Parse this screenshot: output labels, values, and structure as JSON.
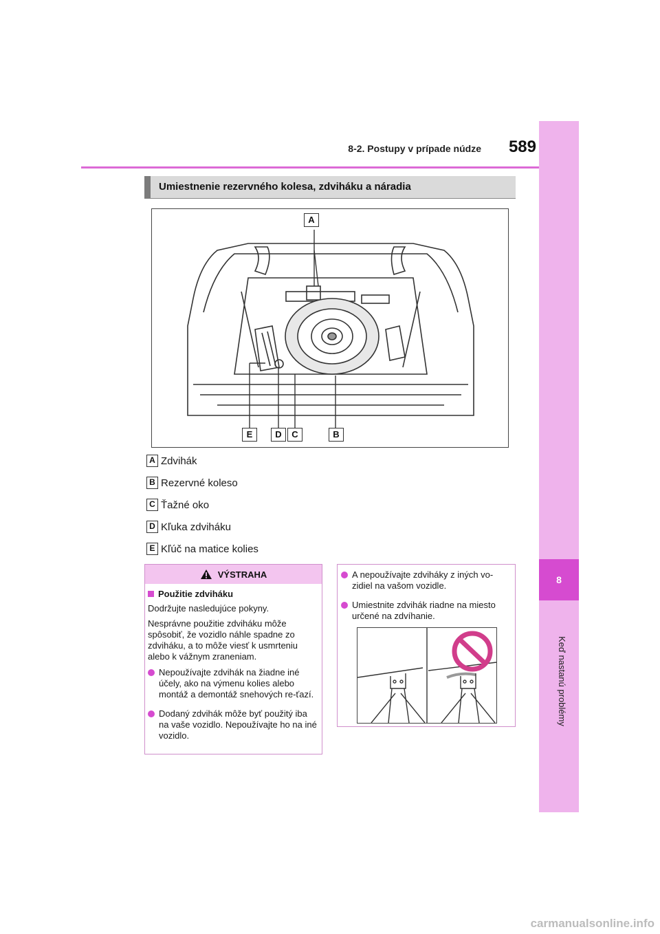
{
  "header": {
    "section": "8-2. Postupy v prípade núdze",
    "page_number": "589"
  },
  "side_tab": {
    "chapter_number": "8",
    "chapter_title": "Keď nastanú problémy"
  },
  "section": {
    "title": "Umiestnenie rezervného kolesa, zdviháku a náradia"
  },
  "illustration": {
    "callouts": [
      "A",
      "E",
      "D",
      "C",
      "B"
    ]
  },
  "legend": [
    {
      "key": "A",
      "text": "Zdvihák"
    },
    {
      "key": "B",
      "text": "Rezervné koleso"
    },
    {
      "key": "C",
      "text": "Ťažné oko"
    },
    {
      "key": "D",
      "text": "Kľuka zdviháku"
    },
    {
      "key": "E",
      "text": "Kľúč na matice kolies"
    }
  ],
  "warning": {
    "label": "VÝSTRAHA",
    "subheading": "Použitie zdviháku",
    "para1": "Dodržujte nasledujúce pokyny.",
    "para2": "Nesprávne použitie zdviháku môže spôsobiť, že vozidlo náhle spadne zo zdviháku, a to môže viesť k usmrteniu alebo k vážnym zraneniam.",
    "bullets": [
      "Nepoužívajte zdvihák na žiadne iné účely, ako na výmenu kolies alebo montáž a demontáž snehových re-ťazí.",
      "Dodaný zdvihák môže byť použitý iba na vaše vozidlo. Nepoužívajte ho na iné vozidlo."
    ]
  },
  "right_box": {
    "bullets": [
      "A nepoužívajte zdviháky z iných vo-zidiel na vašom vozidle.",
      "Umiestnite zdvihák riadne na miesto určené na zdvíhanie."
    ]
  },
  "watermark": "carmanualsonline.info",
  "colors": {
    "accent": "#d64bd0",
    "tab": "#efb3ec",
    "warning_header": "#f3c5ef",
    "prohibited": "#d13d8b"
  }
}
